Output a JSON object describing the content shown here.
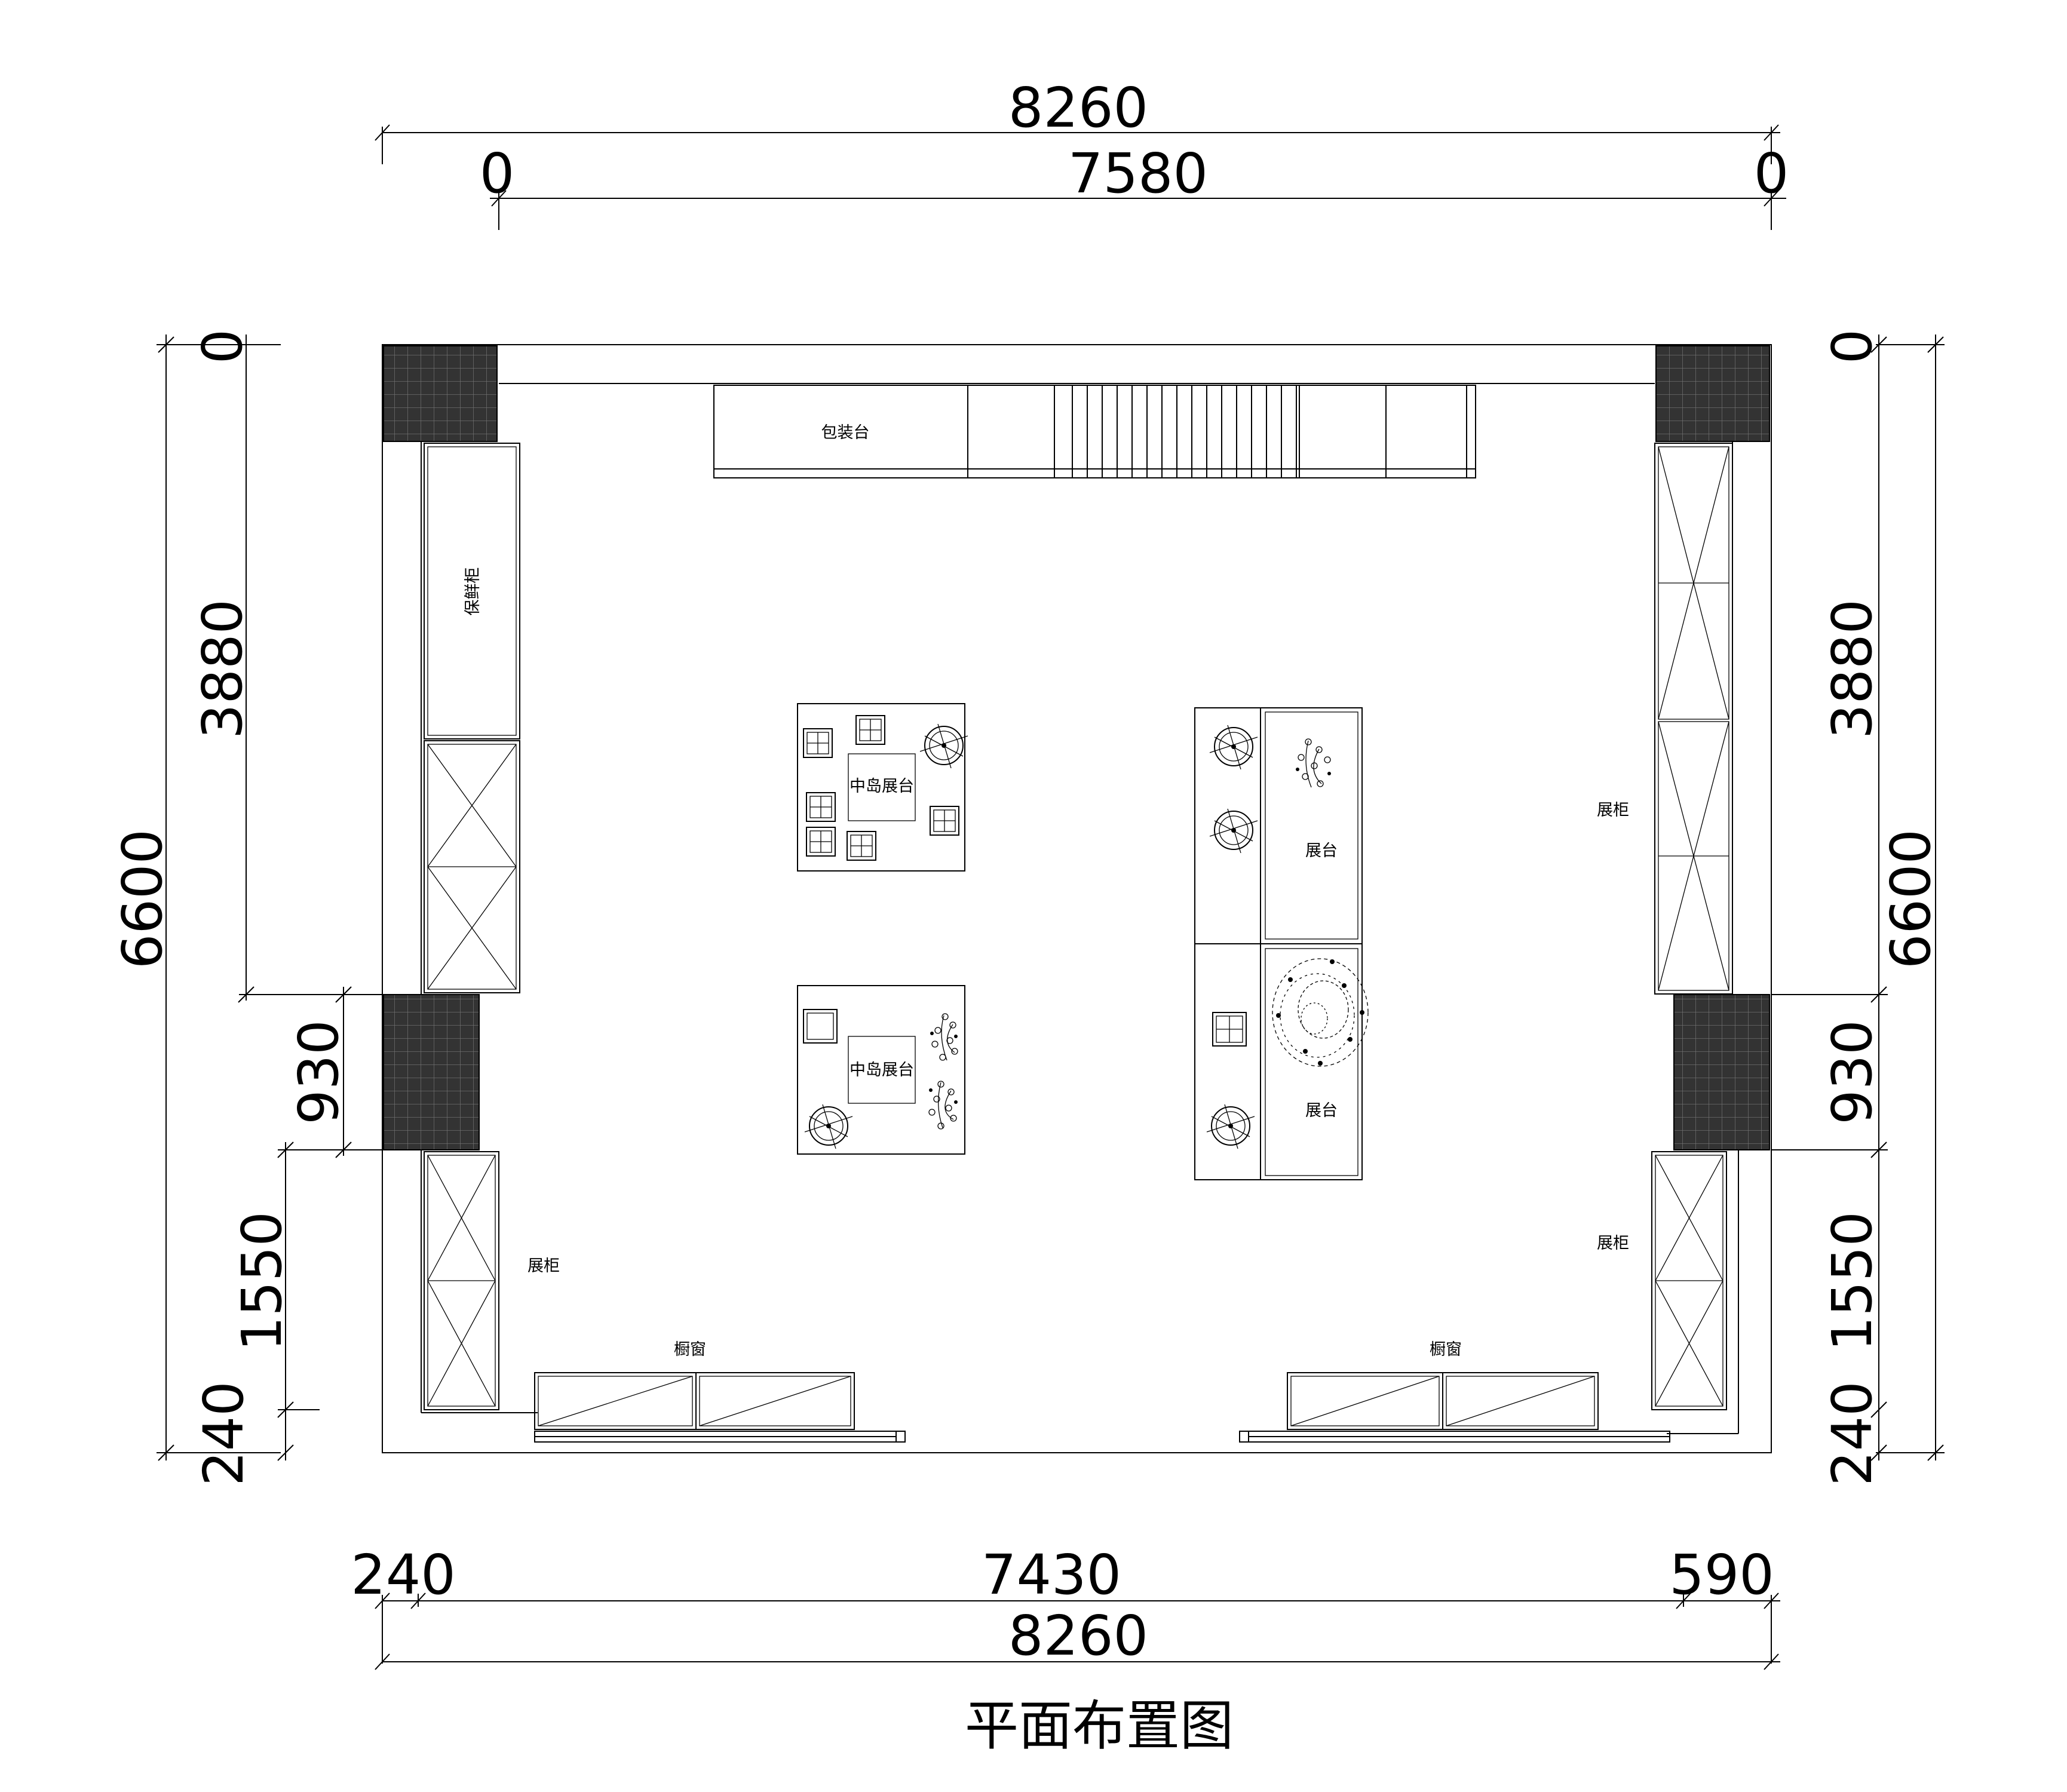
{
  "title": "平面布置图",
  "dimensions": {
    "top_overall": "8260",
    "top_left_zero": "0",
    "top_inner": "7580",
    "top_right_zero": "0",
    "bottom_left": "240",
    "bottom_mid": "7430",
    "bottom_right": "590",
    "bottom_overall": "8260",
    "left_top_zero": "0",
    "left_a": "3880",
    "left_b": "930",
    "left_c": "1550",
    "left_d": "240",
    "left_total": "6600",
    "right_top_zero": "0",
    "right_a": "3880",
    "right_b": "930",
    "right_c": "1550",
    "right_d": "240",
    "right_total": "6600"
  },
  "labels": {
    "packing_table": "包装台",
    "fresh_cabinet": "保鲜柜",
    "island_1": "中岛展台",
    "island_2": "中岛展台",
    "display_stand_1": "展台",
    "display_stand_2": "展台",
    "cabinet_right_upper": "展柜",
    "cabinet_right_lower": "展柜",
    "cabinet_left_lower": "展柜",
    "window_left": "橱窗",
    "window_right": "橱窗"
  },
  "colors": {
    "line": "#000000",
    "column_fill": "#333333",
    "background": "#ffffff"
  }
}
